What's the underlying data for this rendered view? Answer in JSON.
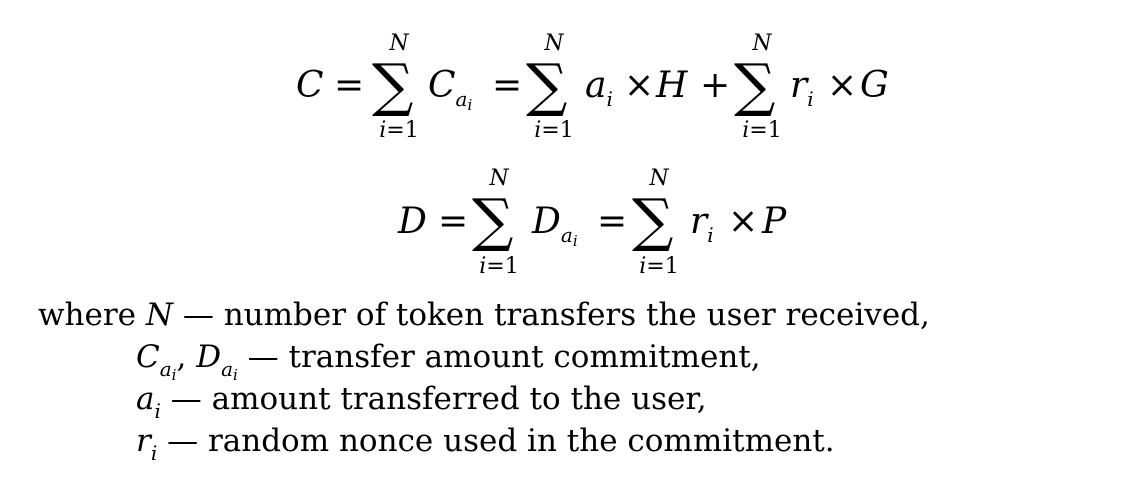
{
  "equation_1": {
    "lhs": "C",
    "eq1": "=",
    "sum1_upper": "N",
    "sum1_lower": "i=1",
    "term1_main": "C",
    "term1_sub": "a",
    "term1_subsub": "i",
    "eq2": "=",
    "sum2_upper": "N",
    "sum2_lower": "i=1",
    "term2": "a",
    "term2_sub": "i",
    "times1": "×",
    "h": "H",
    "plus": "+",
    "sum3_upper": "N",
    "sum3_lower": "i=1",
    "term3": "r",
    "term3_sub": "i",
    "times2": "×",
    "g": "G",
    "sigma": "∑"
  },
  "equation_2": {
    "lhs": "D",
    "eq1": "=",
    "sum1_upper": "N",
    "sum1_lower": "i=1",
    "term1_main": "D",
    "term1_sub": "a",
    "term1_subsub": "i",
    "eq2": "=",
    "sum2_upper": "N",
    "sum2_lower": "i=1",
    "term2": "r",
    "term2_sub": "i",
    "times": "×",
    "p": "P",
    "sigma": "∑"
  },
  "where": {
    "intro": "where",
    "line1_symbol": "N",
    "line1_text": "— number of token transfers the user received,",
    "line2_symbol_c": "C",
    "line2_symbol_d": "D",
    "line2_sub": "a",
    "line2_subsub": "i",
    "line2_comma": ",",
    "line2_text": "— transfer amount commitment,",
    "line3_symbol": "a",
    "line3_sub": "i",
    "line3_text": "— amount transferred to the user,",
    "line4_symbol": "r",
    "line4_sub": "i",
    "line4_text": "— random nonce used in the commitment."
  }
}
